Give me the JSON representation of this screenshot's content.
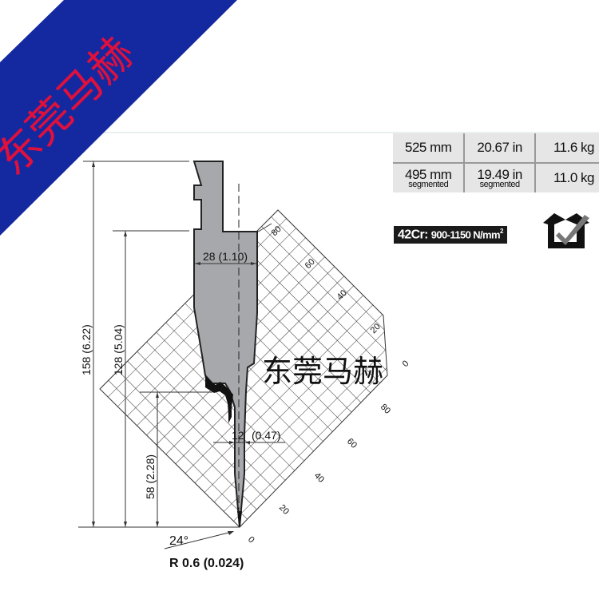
{
  "watermark": {
    "banner_text": "东莞马赫",
    "overlay_text": "东莞马赫",
    "banner_color": "#1428a0",
    "text_color": "#e0103c"
  },
  "spec_table": {
    "rows": [
      {
        "length_mm": "525 mm",
        "length_mm_note": "",
        "length_in": "20.67 in",
        "length_in_note": "",
        "weight": "11.6 kg"
      },
      {
        "length_mm": "495 mm",
        "length_mm_note": "segmented",
        "length_in": "19.49 in",
        "length_in_note": "segmented",
        "weight": "11.0 kg"
      }
    ]
  },
  "material": {
    "grade": "42Cr:",
    "strength_range": "900-1150 N/mm",
    "strength_exp": "2"
  },
  "icons": {
    "stock_box": "box-check-icon"
  },
  "drawing": {
    "tool_fill": "#a7a8ab",
    "dimensions": {
      "total_height": "158 (6.22)",
      "body_height": "128 (5.04)",
      "neck_height": "58 (2.28)",
      "width_top": "28 (1.10)",
      "width_tip": "12",
      "width_tip_in": "(0.47)",
      "angle": "24°",
      "radius": "R 0.6 (0.024)"
    },
    "grid_scale_upper": [
      "80",
      "60",
      "40",
      "20",
      "0"
    ],
    "grid_scale_lower": [
      "80",
      "60",
      "40",
      "20",
      "0"
    ]
  }
}
